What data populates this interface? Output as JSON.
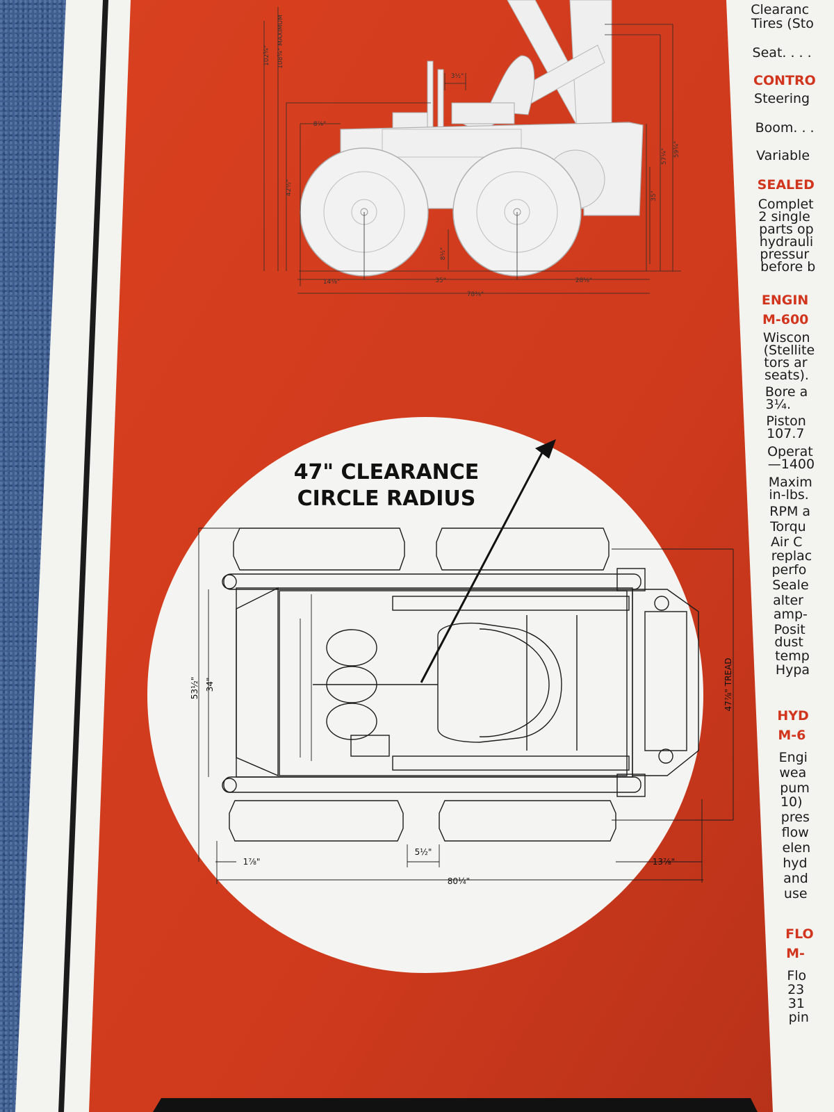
{
  "side_view": {
    "dims": {
      "height_total": "102¾\"",
      "height_max": "108¾\" MAXIMUM",
      "seat_offset": "3½\"",
      "rear_overhang_top": "8⅞\"",
      "height_body": "42½\"",
      "height_right_1": "57¼\"",
      "height_right_2": "59¾\"",
      "height_right_3": "35\"",
      "ground_clearance": "8½\"",
      "rear_overhang": "14⅛\"",
      "wheelbase": "35\"",
      "front_overhang": "28⅝\"",
      "overall_length": "78⅜\""
    }
  },
  "top_view": {
    "callout_line1": "47\" CLEARANCE",
    "callout_line2": "CIRCLE RADIUS",
    "dims": {
      "outer_width": "53½\"",
      "inner_width": "34\"",
      "tread": "47⅞\" TREAD",
      "left_offset": "1⅞\"",
      "wheel_gap": "5½\"",
      "front_overhang": "13⅞\"",
      "overall_length": "80¼\""
    }
  },
  "spec_column": {
    "lines": [
      {
        "text": "Clearanc",
        "style": "black"
      },
      {
        "text": "Tires (Sto",
        "style": "black"
      },
      {
        "text": "Seat. . . .",
        "style": "black"
      },
      {
        "text": "CONTRO",
        "style": "red"
      },
      {
        "text": "Steering",
        "style": "black"
      },
      {
        "text": "Boom. . .",
        "style": "black"
      },
      {
        "text": "Variable",
        "style": "black"
      },
      {
        "text": "SEALED",
        "style": "red"
      },
      {
        "text": "Complet",
        "style": "black"
      },
      {
        "text": "2 single",
        "style": "black"
      },
      {
        "text": "parts op",
        "style": "black"
      },
      {
        "text": "hydrauli",
        "style": "black"
      },
      {
        "text": "pressur",
        "style": "black"
      },
      {
        "text": "before b",
        "style": "black"
      },
      {
        "text": "ENGIN",
        "style": "red"
      },
      {
        "text": "M-600",
        "style": "red"
      },
      {
        "text": "Wiscon",
        "style": "black"
      },
      {
        "text": "(Stellite",
        "style": "black"
      },
      {
        "text": "tors ar",
        "style": "black"
      },
      {
        "text": "seats).",
        "style": "black"
      },
      {
        "text": "Bore a",
        "style": "black"
      },
      {
        "text": "3¼.",
        "style": "black"
      },
      {
        "text": "Piston",
        "style": "black"
      },
      {
        "text": "107.7",
        "style": "black"
      },
      {
        "text": "Operat",
        "style": "black"
      },
      {
        "text": "—1400",
        "style": "black"
      },
      {
        "text": "Maxim",
        "style": "black"
      },
      {
        "text": "in-lbs.",
        "style": "black"
      },
      {
        "text": "RPM a",
        "style": "black"
      },
      {
        "text": "Torqu",
        "style": "black"
      },
      {
        "text": "Air C",
        "style": "black"
      },
      {
        "text": "replac",
        "style": "black"
      },
      {
        "text": "perfo",
        "style": "black"
      },
      {
        "text": "Seale",
        "style": "black"
      },
      {
        "text": "alter",
        "style": "black"
      },
      {
        "text": "amp-",
        "style": "black"
      },
      {
        "text": "Posit",
        "style": "black"
      },
      {
        "text": "dust",
        "style": "black"
      },
      {
        "text": "temp",
        "style": "black"
      },
      {
        "text": "Hypa",
        "style": "black"
      },
      {
        "text": "HYD",
        "style": "red"
      },
      {
        "text": "M-6",
        "style": "red"
      },
      {
        "text": "Engi",
        "style": "black"
      },
      {
        "text": "wea",
        "style": "black"
      },
      {
        "text": "pum",
        "style": "black"
      },
      {
        "text": "10)",
        "style": "black"
      },
      {
        "text": "pres",
        "style": "black"
      },
      {
        "text": "flow",
        "style": "black"
      },
      {
        "text": "elen",
        "style": "black"
      },
      {
        "text": "hyd",
        "style": "black"
      },
      {
        "text": "and",
        "style": "black"
      },
      {
        "text": "use",
        "style": "black"
      },
      {
        "text": "FLO",
        "style": "red"
      },
      {
        "text": "M-",
        "style": "red"
      },
      {
        "text": "Flo",
        "style": "black"
      },
      {
        "text": "23",
        "style": "black"
      },
      {
        "text": "31",
        "style": "black"
      },
      {
        "text": "pin",
        "style": "black"
      }
    ]
  },
  "colors": {
    "panel_red": "#d3391f",
    "paper": "#f2f2ee",
    "carpet": "#3f5d8e",
    "heading_red": "#d2351d"
  }
}
